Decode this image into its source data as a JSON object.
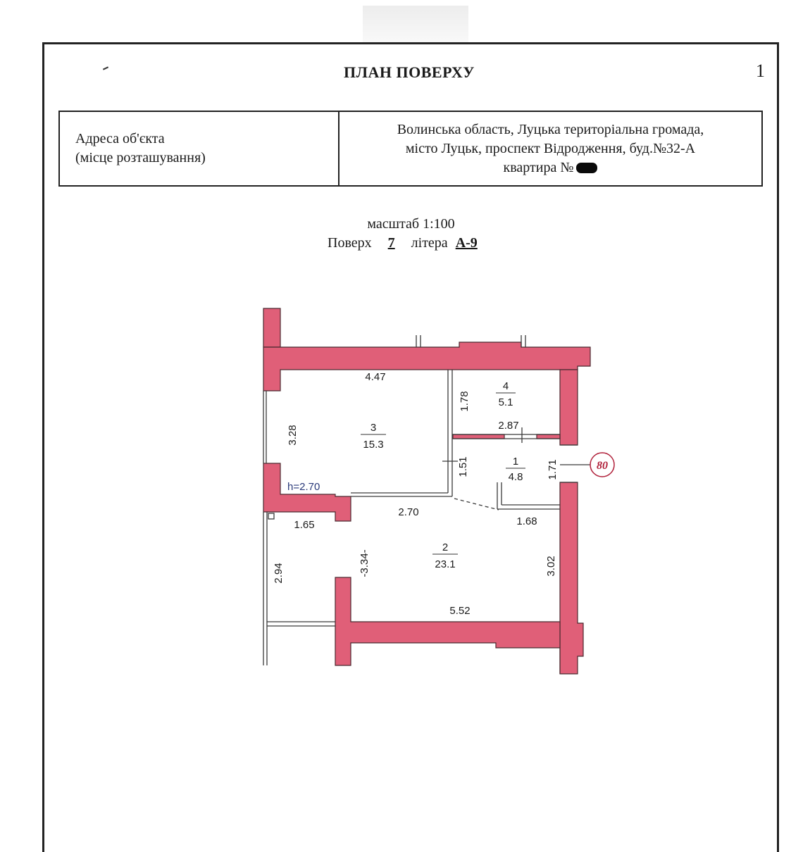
{
  "header": {
    "title": "ПЛАН ПОВЕРХУ",
    "page_number": "1"
  },
  "address_table": {
    "label_line1": "Адреса об'єкта",
    "label_line2": "(місце розташування)",
    "value_line1": "Волинська область, Луцька територіальна громада,",
    "value_line2": "місто Луцьк,  проспект  Відродження, буд.№32-А",
    "value_line3": "квартира  №"
  },
  "plan_info": {
    "scale": "масштаб  1:100",
    "floor_label": "Поверх",
    "floor_value": "7",
    "letter_label": "літера",
    "letter_value": "А-9"
  },
  "colors": {
    "wall_fill": "#e05f78",
    "wall_stroke": "#4a2a30",
    "marker": "#b0203a"
  },
  "floor_plan": {
    "ceiling_height": "h=2.70",
    "rooms": [
      {
        "number": "1",
        "area": "4.8"
      },
      {
        "number": "2",
        "area": "23.1"
      },
      {
        "number": "3",
        "area": "15.3"
      },
      {
        "number": "4",
        "area": "5.1"
      }
    ],
    "dimensions": {
      "room3_width": "4.47",
      "room3_height": "3.28",
      "room4_height": "1.78",
      "room4_width": "2.87",
      "room1_height_left": "1.51",
      "room1_height_right": "1.71",
      "room2_top_middle": "2.70",
      "room1_bottom": "1.68",
      "balcony_top": "1.65",
      "balcony_height": "2.94",
      "room2_left_height": "-3.34-",
      "room2_right_height": "3.02",
      "room2_bottom_width": "5.52"
    },
    "marker": "80"
  }
}
